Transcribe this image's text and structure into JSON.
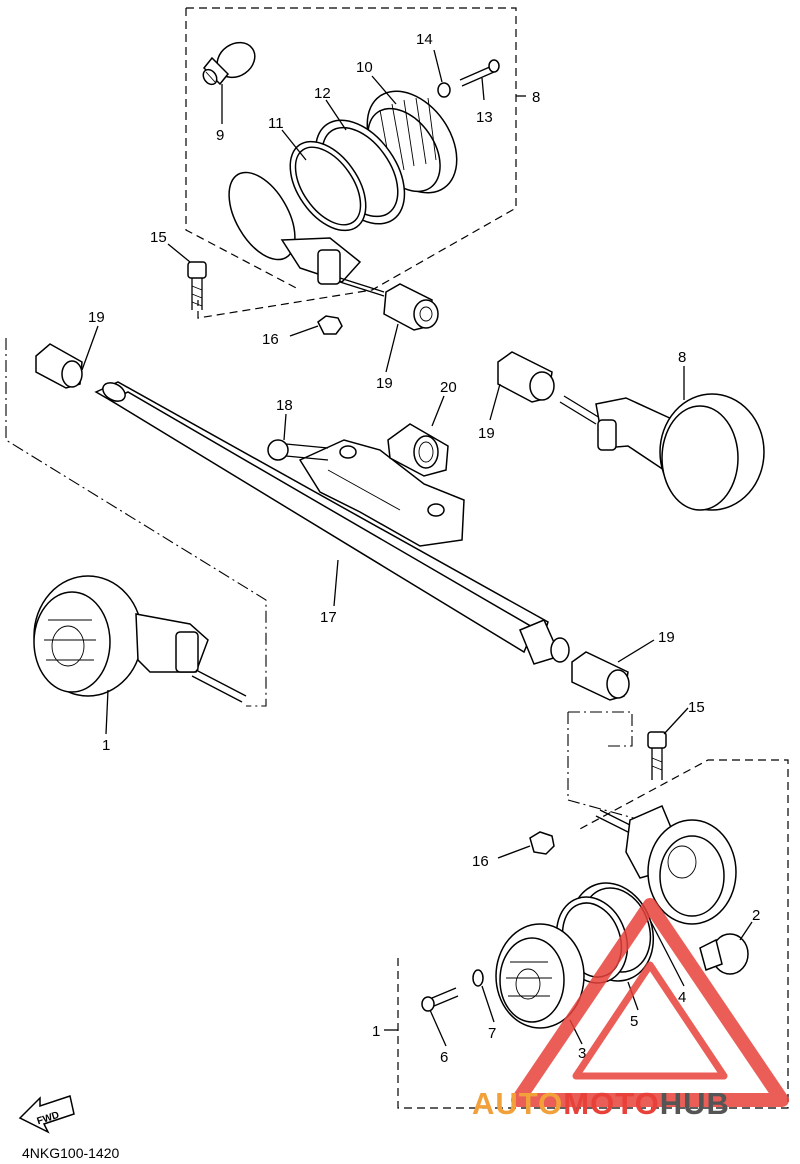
{
  "diagram": {
    "code": "4NKG100-1420",
    "fwd_label": "FWD",
    "callouts": {
      "c14": "14",
      "c10": "10",
      "c12": "12",
      "c8a": "8",
      "c13": "13",
      "c9": "9",
      "c11": "11",
      "c15a": "15",
      "c16a": "16",
      "c19a": "19",
      "c19b": "19",
      "c20": "20",
      "c18": "18",
      "c19c": "19",
      "c8b": "8",
      "c17": "17",
      "c1a": "1",
      "c19d": "19",
      "c15b": "15",
      "c16b": "16",
      "c2": "2",
      "c4": "4",
      "c5": "5",
      "c7": "7",
      "c1b": "1",
      "c6": "6",
      "c3": "3"
    }
  },
  "watermark": {
    "part1": "AUTO",
    "part2": "MOTO",
    "part3": "HUB",
    "color_red": "#e8413a",
    "color_orange": "#f2a13a",
    "color_gray": "#555555"
  }
}
